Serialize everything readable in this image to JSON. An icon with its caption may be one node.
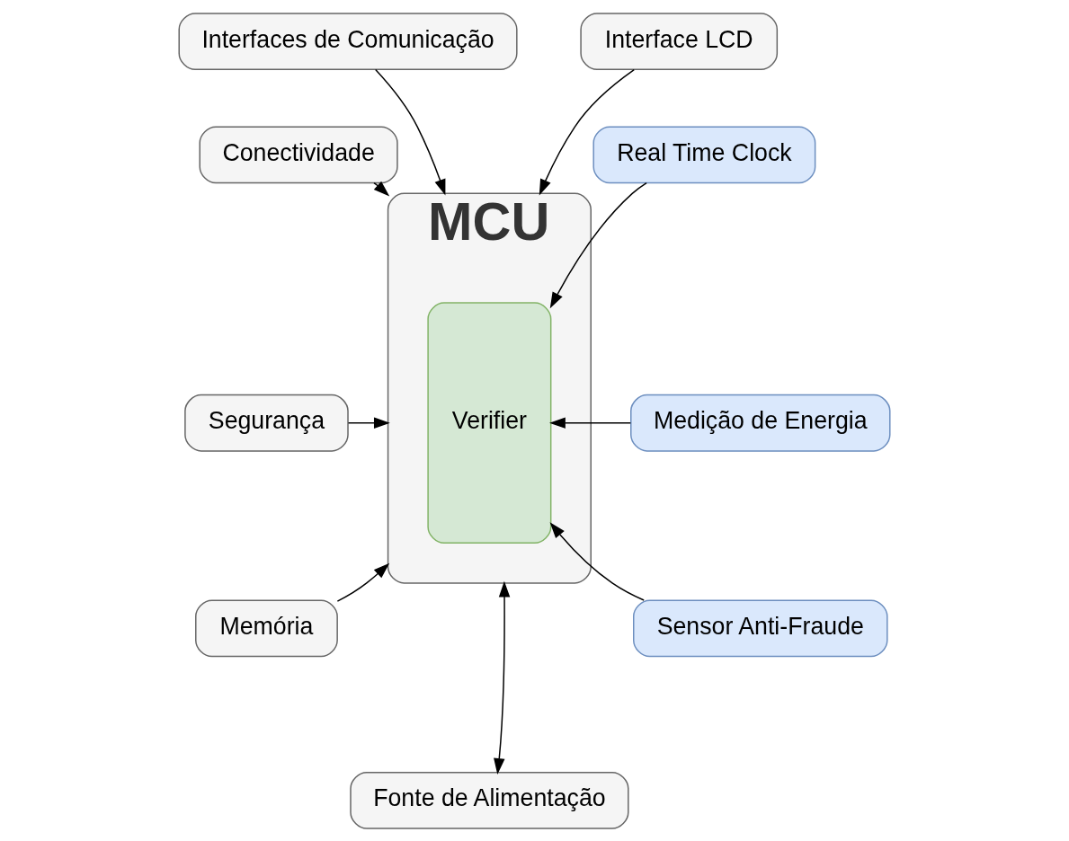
{
  "diagram": {
    "nodes": [
      {
        "text": [
          "Interfaces de Comunicação"
        ]
      },
      {
        "text": [
          "Interface LCD"
        ]
      },
      {
        "text": [
          "MCU"
        ]
      },
      {
        "text": [
          "Verifier"
        ],
        "in": 2
      },
      {
        "text": [
          "Real Time Clock"
        ]
      },
      {
        "text": [
          "Medição de Energia"
        ]
      },
      {
        "text": [
          "Sensor Anti-Fraude"
        ]
      },
      {
        "text": [
          "Conectividade"
        ]
      },
      {
        "text": [
          "Segurança"
        ]
      },
      {
        "text": [
          "Memória"
        ]
      },
      {
        "text": [
          "Fonte de Alimentação"
        ]
      }
    ],
    "edges": [
      {
        "from": 0,
        "to": 2,
        "arrow": "to"
      },
      {
        "from": 1,
        "to": 2,
        "arrow": "to"
      },
      {
        "from": 4,
        "to": 3,
        "arrow": "to"
      },
      {
        "from": 5,
        "to": 3,
        "arrow": "to"
      },
      {
        "from": 6,
        "to": 3,
        "arrow": "to"
      },
      {
        "from": 7,
        "to": 2,
        "arrow": "to"
      },
      {
        "from": 8,
        "to": 2,
        "arrow": "to"
      },
      {
        "from": 9,
        "to": 2,
        "arrow": "to"
      },
      {
        "from": 10,
        "to": 2,
        "arrow": "both"
      }
    ]
  }
}
